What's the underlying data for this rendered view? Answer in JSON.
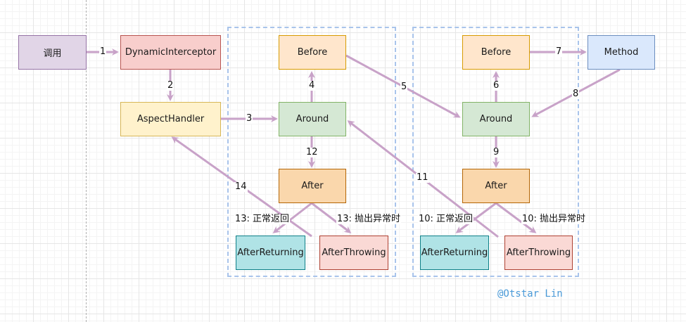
{
  "nodes": {
    "call": "调用",
    "dynamic_interceptor": "DynamicInterceptor",
    "aspect_handler": "AspectHandler",
    "g1_before": "Before",
    "g1_around": "Around",
    "g1_after": "After",
    "g1_after_returning": "AfterReturning",
    "g1_after_throwing": "AfterThrowing",
    "g2_before": "Before",
    "g2_around": "Around",
    "g2_after": "After",
    "g2_after_returning": "AfterReturning",
    "g2_after_throwing": "AfterThrowing",
    "method": "Method"
  },
  "edge_labels": {
    "e1": "1",
    "e2": "2",
    "e3": "3",
    "e4": "4",
    "e5": "5",
    "e6": "6",
    "e7": "7",
    "e8": "8",
    "e9": "9",
    "e10_return": "10: 正常返回",
    "e10_throw": "10: 抛出异常时",
    "e11": "11",
    "e12": "12",
    "e13_return": "13: 正常返回",
    "e13_throw": "13: 抛出异常时",
    "e14": "14"
  },
  "watermark": "@Otstar Lin",
  "colors": {
    "arrow": "#c8a2c8",
    "group_border": "#a9c4eb"
  }
}
